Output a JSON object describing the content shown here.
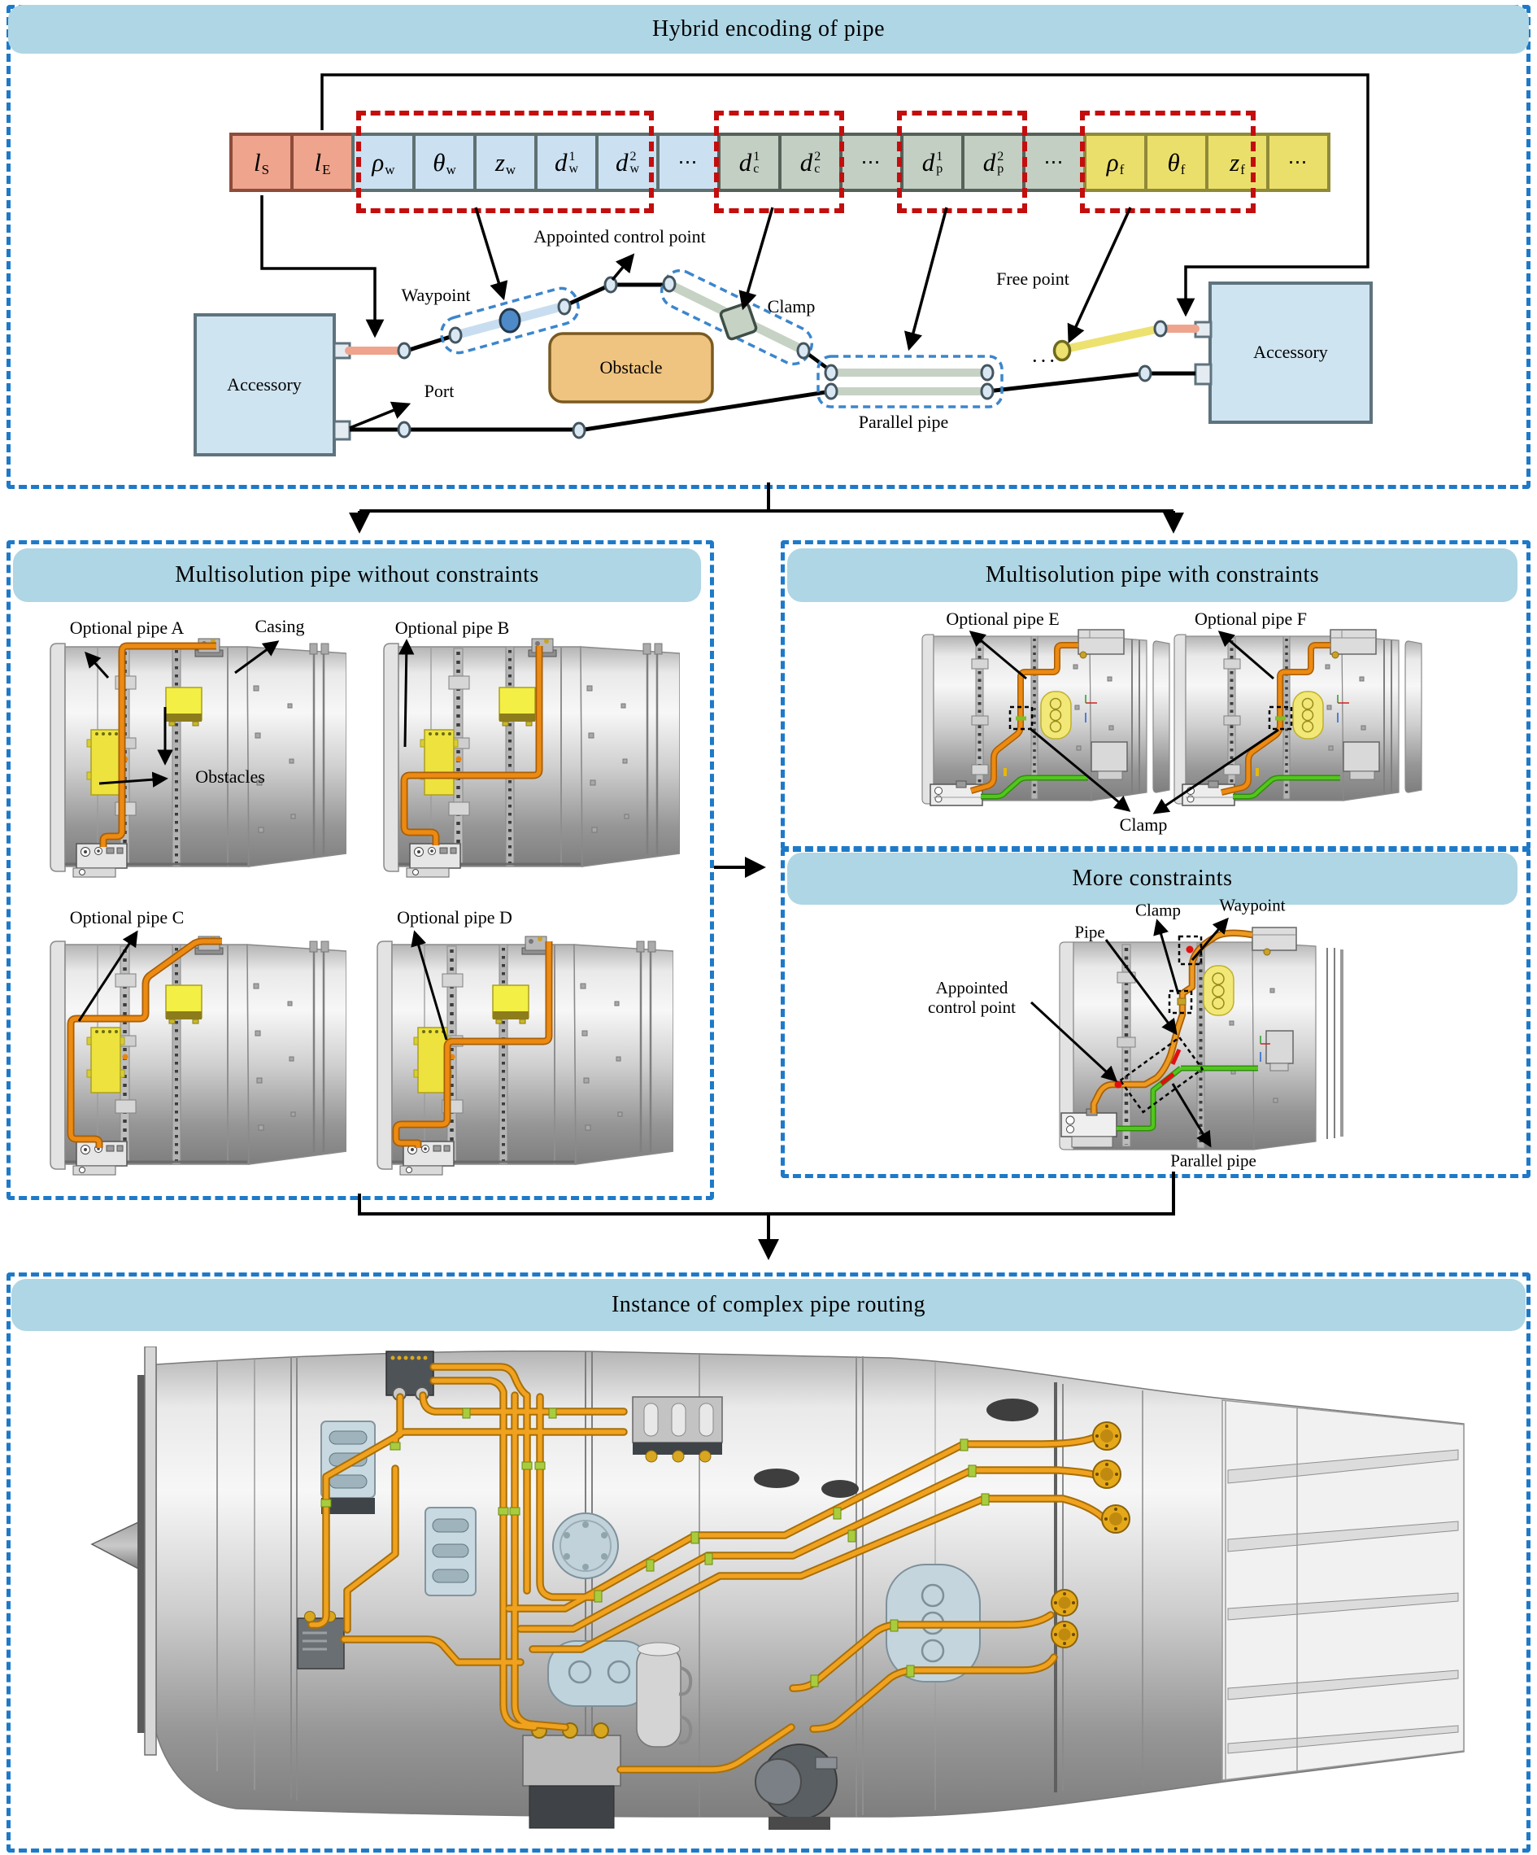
{
  "top_panel": {
    "title": "Hybrid encoding of pipe",
    "encoding_cells": [
      {
        "base": "l",
        "sub": "S",
        "group": "start"
      },
      {
        "base": "l",
        "sub": "E",
        "group": "start"
      },
      {
        "base": "ρ",
        "sub": "w",
        "group": "waypoint"
      },
      {
        "base": "θ",
        "sub": "w",
        "group": "waypoint"
      },
      {
        "base": "z",
        "sub": "w",
        "group": "waypoint"
      },
      {
        "base": "d",
        "sup": "1",
        "sub": "w",
        "group": "waypoint"
      },
      {
        "base": "d",
        "sup": "2",
        "sub": "w",
        "group": "waypoint"
      },
      {
        "base": "⋯",
        "group": "waypoint"
      },
      {
        "base": "d",
        "sup": "1",
        "sub": "c",
        "group": "clamp"
      },
      {
        "base": "d",
        "sup": "2",
        "sub": "c",
        "group": "clamp"
      },
      {
        "base": "⋯",
        "group": "clamp"
      },
      {
        "base": "d",
        "sup": "1",
        "sub": "p",
        "group": "parallel"
      },
      {
        "base": "d",
        "sup": "2",
        "sub": "p",
        "group": "parallel"
      },
      {
        "base": "⋯",
        "group": "parallel"
      },
      {
        "base": "ρ",
        "sub": "f",
        "group": "free"
      },
      {
        "base": "θ",
        "sub": "f",
        "group": "free"
      },
      {
        "base": "z",
        "sub": "f",
        "group": "free"
      },
      {
        "base": "⋯",
        "group": "free"
      }
    ],
    "labels": {
      "waypoint": "Waypoint",
      "appointed_control_point": "Appointed control point",
      "clamp": "Clamp",
      "free_point": "Free point",
      "parallel_pipe": "Parallel pipe",
      "port": "Port",
      "obstacle": "Obstacle",
      "accessory_left": "Accessory",
      "accessory_right": "Accessory",
      "ellipsis": "···"
    }
  },
  "left_panel": {
    "title": "Multisolution pipe without constraints",
    "labels": {
      "optional_pipe_a": "Optional pipe A",
      "casing": "Casing",
      "obstacles": "Obstacles",
      "optional_pipe_b": "Optional pipe B",
      "optional_pipe_c": "Optional pipe C",
      "optional_pipe_d": "Optional pipe D"
    }
  },
  "right_panel": {
    "title": "Multisolution pipe with constraints",
    "labels": {
      "optional_pipe_e": "Optional pipe E",
      "optional_pipe_f": "Optional pipe F",
      "clamp": "Clamp"
    }
  },
  "more_panel": {
    "title": "More constraints",
    "labels": {
      "pipe": "Pipe",
      "clamp": "Clamp",
      "waypoint": "Waypoint",
      "appointed_control_point": "Appointed\ncontrol point",
      "parallel_pipe": "Parallel pipe"
    }
  },
  "bottom_panel": {
    "title": "Instance of complex pipe routing"
  },
  "colors": {
    "header_blue": "#AFD6E4",
    "dash_blue": "#1E7AC8",
    "group_red": "#C40D0D",
    "cell_start": "#EFA48D",
    "cell_waypoint": "#CBE1F2",
    "cell_clamp_parallel": "#C3CFC3",
    "cell_free": "#EBDF6C",
    "obstacle_tan": "#EFC480",
    "obstacle_yellow": "#F2EC3D",
    "accessory_blue": "#CFE4F1",
    "pipe_orange": "#E8920B",
    "pipe_green": "#4CBF1C"
  }
}
